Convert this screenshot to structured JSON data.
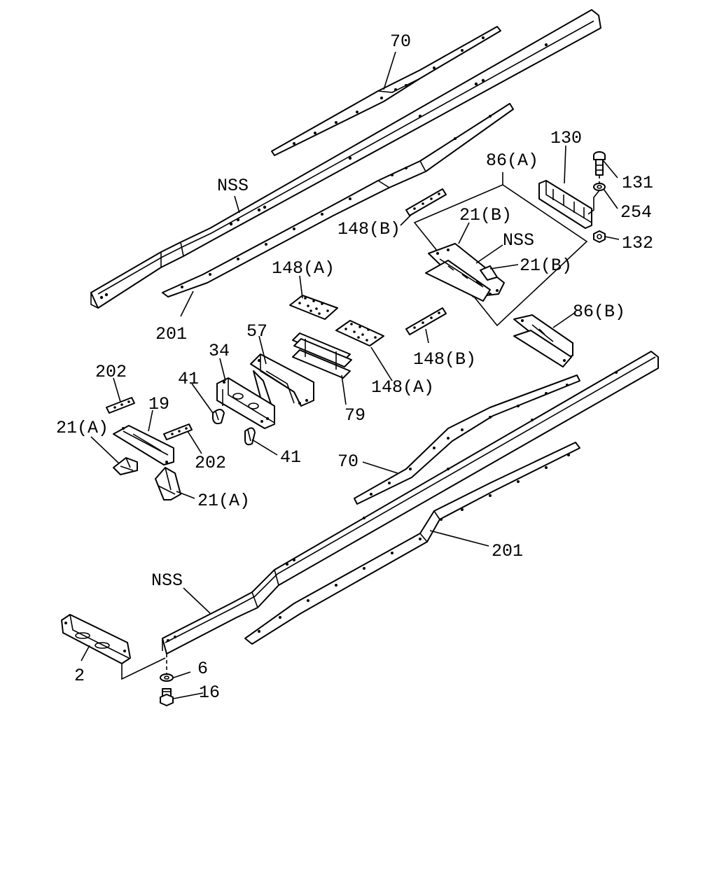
{
  "callouts": {
    "c70_top": "70",
    "nss_top": "NSS",
    "c201_top": "201",
    "c130": "130",
    "c131": "131",
    "c254": "254",
    "c132": "132",
    "c86a": "86(A)",
    "c21b_1": "21(B)",
    "nss_inset": "NSS",
    "c21b_2": "21(B)",
    "c148b_1": "148(B)",
    "c148a_1": "148(A)",
    "c86b": "86(B)",
    "c148b_2": "148(B)",
    "c148a_2": "148(A)",
    "c57": "57",
    "c34": "34",
    "c41_1": "41",
    "c79": "79",
    "c202_1": "202",
    "c19": "19",
    "c21a_1": "21(A)",
    "c202_2": "202",
    "c41_2": "41",
    "c70_bottom": "70",
    "c21a_2": "21(A)",
    "c201_bottom": "201",
    "nss_bottom": "NSS",
    "c2": "2",
    "c6": "6",
    "c16": "16"
  }
}
